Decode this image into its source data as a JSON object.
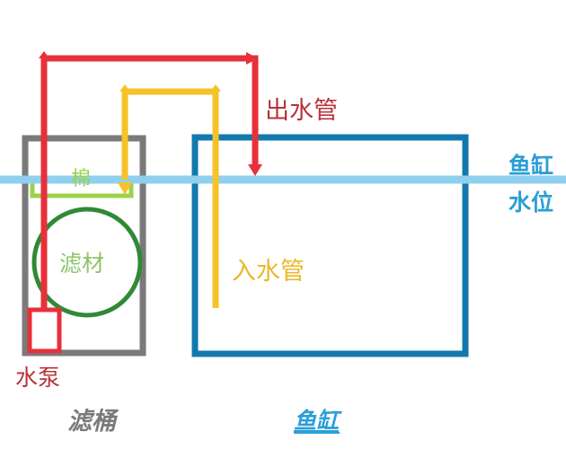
{
  "labels": {
    "outlet_pipe": "出水管",
    "water_level_line1": "鱼缸",
    "water_level_line2": "水位",
    "cotton": "棉",
    "filter_media": "滤材",
    "inlet_pipe": "入水管",
    "pump": "水泵",
    "filter_bucket_caption": "滤桶",
    "tank_caption": "鱼缸"
  },
  "colors": {
    "outlet_pipe": "#e8303a",
    "inlet_pipe": "#f5c227",
    "water_level": "#8fd0ee",
    "tank": "#1279ae",
    "filter_bucket": "#7a7a7a",
    "cotton": "#9bd24a",
    "filter_media": "#2f8a35",
    "pump": "#e8303a",
    "outlet_label": "#b8323a",
    "inlet_label": "#e9b82a",
    "water_level_label": "#2a9ed6",
    "cotton_label": "#9bd24a",
    "media_label": "#8cc46a",
    "pump_label": "#b8323a",
    "filter_caption": "#7a7a7a",
    "tank_caption": "#2a9ed6"
  }
}
